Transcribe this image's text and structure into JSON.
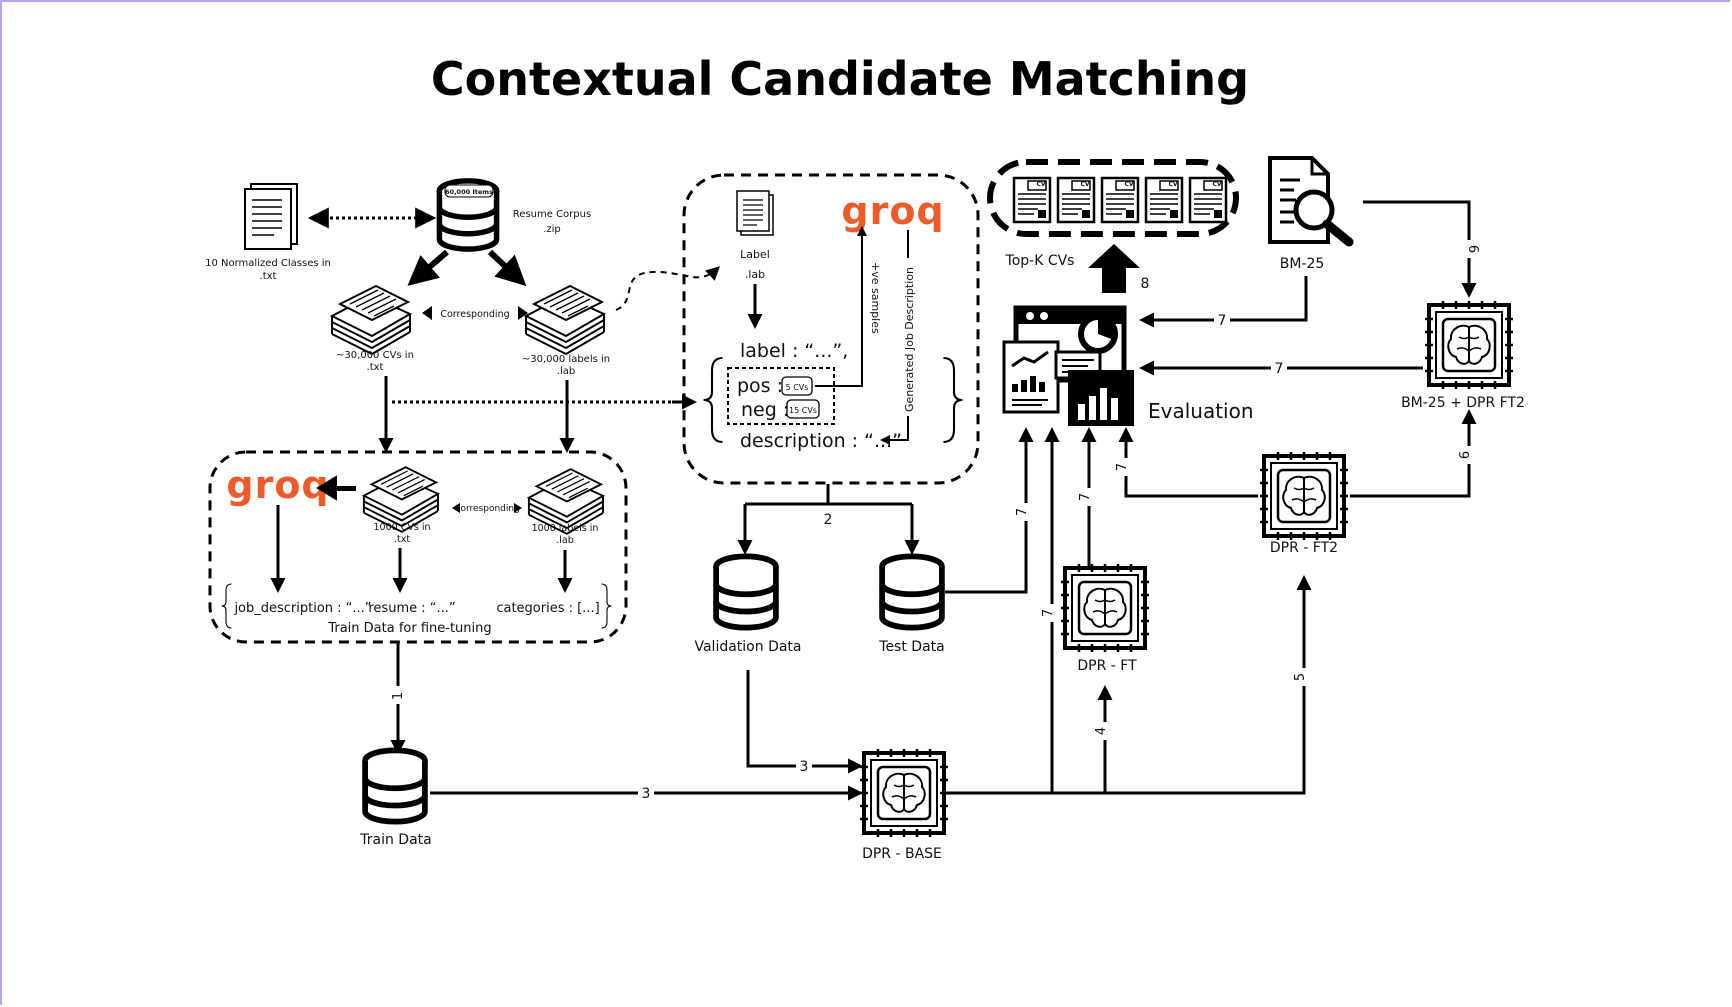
{
  "title": "Contextual Candidate Matching",
  "colors": {
    "groq": "#f05a28",
    "frame": "#b9a3f0",
    "ink": "#000000"
  },
  "corpus": {
    "badge": "60,000 Items",
    "name_line1": "Resume Corpus",
    "name_line2": ".zip",
    "classes_line1": "10 Normalized Classes in",
    "classes_line2": ".txt",
    "corresponding": "Corresponding",
    "cvs_line1": "~30,000 CVs in",
    "cvs_line2": ".txt",
    "labels_line1": "~30,000 labels in",
    "labels_line2": ".lab"
  },
  "finetune": {
    "groq": "groq",
    "corresponding": "Corresponding",
    "cvs_line1": "1000 CVs in",
    "cvs_line2": ".txt",
    "labels_line1": "1000 labels in",
    "labels_line2": ".lab",
    "job_description": "job_description : “...”",
    "resume": "resume : “...”",
    "categories": "categories : [...]",
    "caption": "Train Data for fine-tuning"
  },
  "labelgen": {
    "label_line1": "Label",
    "label_line2": ".lab",
    "groq": "groq",
    "pos_samples": "+ve samples",
    "generated_jd": "Generated Job Description",
    "label_field": "label : “...”,",
    "pos_field": "pos :",
    "pos_badge": "5 CVs",
    "neg_field": "neg :",
    "neg_badge": "15 CVs",
    "description_field": "description : “...”"
  },
  "data_nodes": {
    "validation": "Validation Data",
    "test": "Test Data",
    "train": "Train Data"
  },
  "models": {
    "dpr_base": "DPR - BASE",
    "dpr_ft": "DPR - FT",
    "dpr_ft2": "DPR - FT2",
    "bm25": "BM-25",
    "bm25_dpr": "BM-25 + DPR FT2"
  },
  "evaluation": "Evaluation",
  "topk": {
    "label": "Top-K CVs",
    "cv_tag": "CV"
  },
  "steps": {
    "s1": "1",
    "s2": "2",
    "s3a": "3",
    "s3b": "3",
    "s4": "4",
    "s5": "5",
    "s6a": "6",
    "s6b": "6",
    "s7a": "7",
    "s7b": "7",
    "s7c": "7",
    "s7d": "7",
    "s7e": "7",
    "s7f": "7",
    "s8": "8"
  }
}
